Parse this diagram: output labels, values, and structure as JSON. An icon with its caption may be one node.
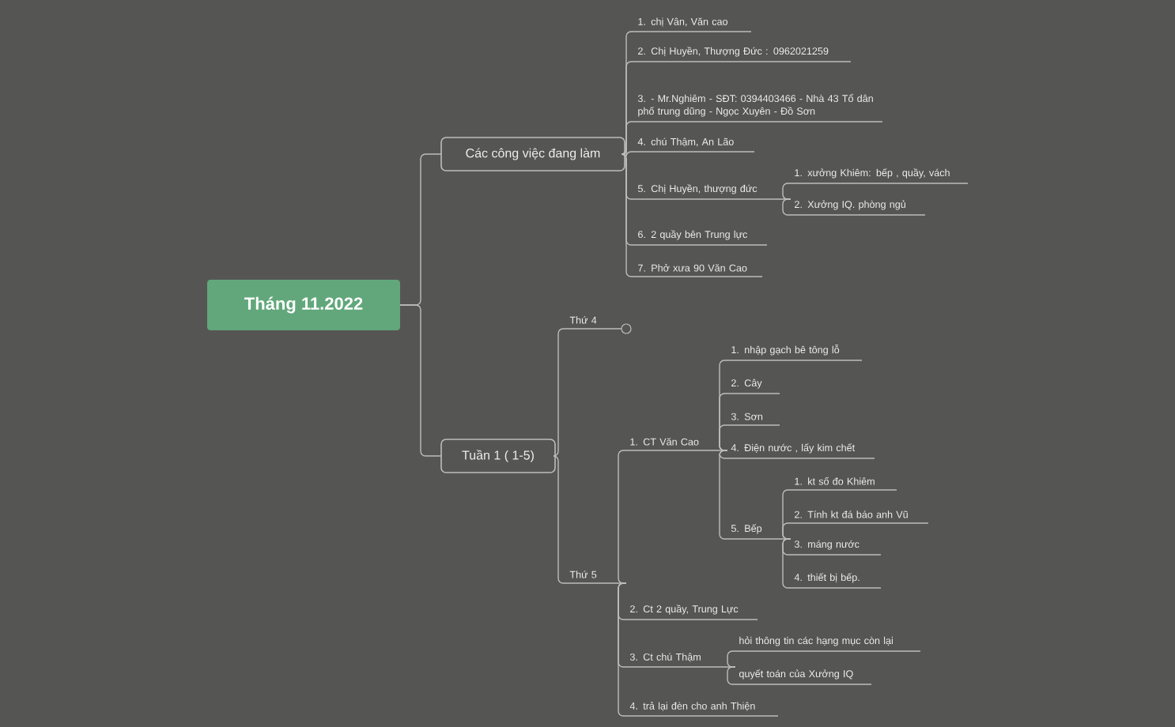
{
  "diagram": {
    "nodes": [
      {
        "text": [
          "Tháng 11.2022"
        ]
      },
      {
        "text": [
          "Các công việc đang làm"
        ]
      },
      {
        "text": [
          "1. chị Vân, Văn cao"
        ]
      },
      {
        "text": [
          "2. Chị Huyền, Thượng Đức : 0962021259"
        ]
      },
      {
        "text": [
          "3. - Mr.Nghiêm - SĐT: 0394403466 - Nhà 43 Tổ dân phố trung dũng - Ngọc Xuyên - Đồ Sơn"
        ]
      },
      {
        "text": [
          "4. chú Thậm, An Lão"
        ]
      },
      {
        "text": [
          "5. Chị Huyền, thượng đức"
        ]
      },
      {
        "text": [
          "1. xưởng Khiêm: bếp , quầy, vách"
        ]
      },
      {
        "text": [
          "2. Xưởng IQ. phòng ngủ"
        ]
      },
      {
        "text": [
          "6. 2 quầy bên Trung lực"
        ]
      },
      {
        "text": [
          "7. Phở xưa 90 Văn Cao"
        ]
      },
      {
        "text": [
          "Tuần 1 ( 1-5)"
        ]
      },
      {
        "text": [
          "Thứ 4"
        ]
      },
      {
        "text": [
          "Thứ 5"
        ]
      },
      {
        "text": [
          "1. CT Văn Cao"
        ]
      },
      {
        "text": [
          "1. nhập gạch bê tông lỗ"
        ]
      },
      {
        "text": [
          "2. Cây"
        ]
      },
      {
        "text": [
          "3. Sơn"
        ]
      },
      {
        "text": [
          "4. Điện nước , lấy kim chết"
        ]
      },
      {
        "text": [
          "5. Bếp"
        ]
      },
      {
        "text": [
          "1. kt số đo Khiêm"
        ]
      },
      {
        "text": [
          "2. Tính kt đá báo anh Vũ"
        ]
      },
      {
        "text": [
          "3. máng nước"
        ]
      },
      {
        "text": [
          "4. thiết bị bếp."
        ]
      },
      {
        "text": [
          "2. Ct 2 quầy, Trung Lực"
        ]
      },
      {
        "text": [
          "3. Ct chú Thậm"
        ]
      },
      {
        "text": [
          "hỏi thông tin các hạng mục còn lại"
        ]
      },
      {
        "text": [
          "quyết toán của Xưởng IQ"
        ]
      },
      {
        "text": [
          "4. trả lại đèn cho anh Thiện"
        ]
      }
    ],
    "edges": [
      {
        "from": 0,
        "to": 1,
        "arrow": "none"
      },
      {
        "from": 0,
        "to": 11,
        "arrow": "none"
      },
      {
        "from": 1,
        "to": 2,
        "arrow": "none"
      },
      {
        "from": 1,
        "to": 3,
        "arrow": "none"
      },
      {
        "from": 1,
        "to": 4,
        "arrow": "none"
      },
      {
        "from": 1,
        "to": 5,
        "arrow": "none"
      },
      {
        "from": 1,
        "to": 6,
        "arrow": "none"
      },
      {
        "from": 6,
        "to": 7,
        "arrow": "none"
      },
      {
        "from": 6,
        "to": 8,
        "arrow": "none"
      },
      {
        "from": 1,
        "to": 9,
        "arrow": "none"
      },
      {
        "from": 1,
        "to": 10,
        "arrow": "none"
      },
      {
        "from": 11,
        "to": 12,
        "arrow": "none"
      },
      {
        "from": 11,
        "to": 13,
        "arrow": "none"
      },
      {
        "from": 13,
        "to": 14,
        "arrow": "none"
      },
      {
        "from": 14,
        "to": 15,
        "arrow": "none"
      },
      {
        "from": 14,
        "to": 16,
        "arrow": "none"
      },
      {
        "from": 14,
        "to": 17,
        "arrow": "none"
      },
      {
        "from": 14,
        "to": 18,
        "arrow": "none"
      },
      {
        "from": 14,
        "to": 19,
        "arrow": "none"
      },
      {
        "from": 19,
        "to": 20,
        "arrow": "none"
      },
      {
        "from": 19,
        "to": 21,
        "arrow": "none"
      },
      {
        "from": 19,
        "to": 22,
        "arrow": "none"
      },
      {
        "from": 19,
        "to": 23,
        "arrow": "none"
      },
      {
        "from": 13,
        "to": 24,
        "arrow": "none"
      },
      {
        "from": 13,
        "to": 25,
        "arrow": "none"
      },
      {
        "from": 25,
        "to": 26,
        "arrow": "none"
      },
      {
        "from": 25,
        "to": 27,
        "arrow": "none"
      },
      {
        "from": 13,
        "to": 28,
        "arrow": "none"
      }
    ]
  }
}
